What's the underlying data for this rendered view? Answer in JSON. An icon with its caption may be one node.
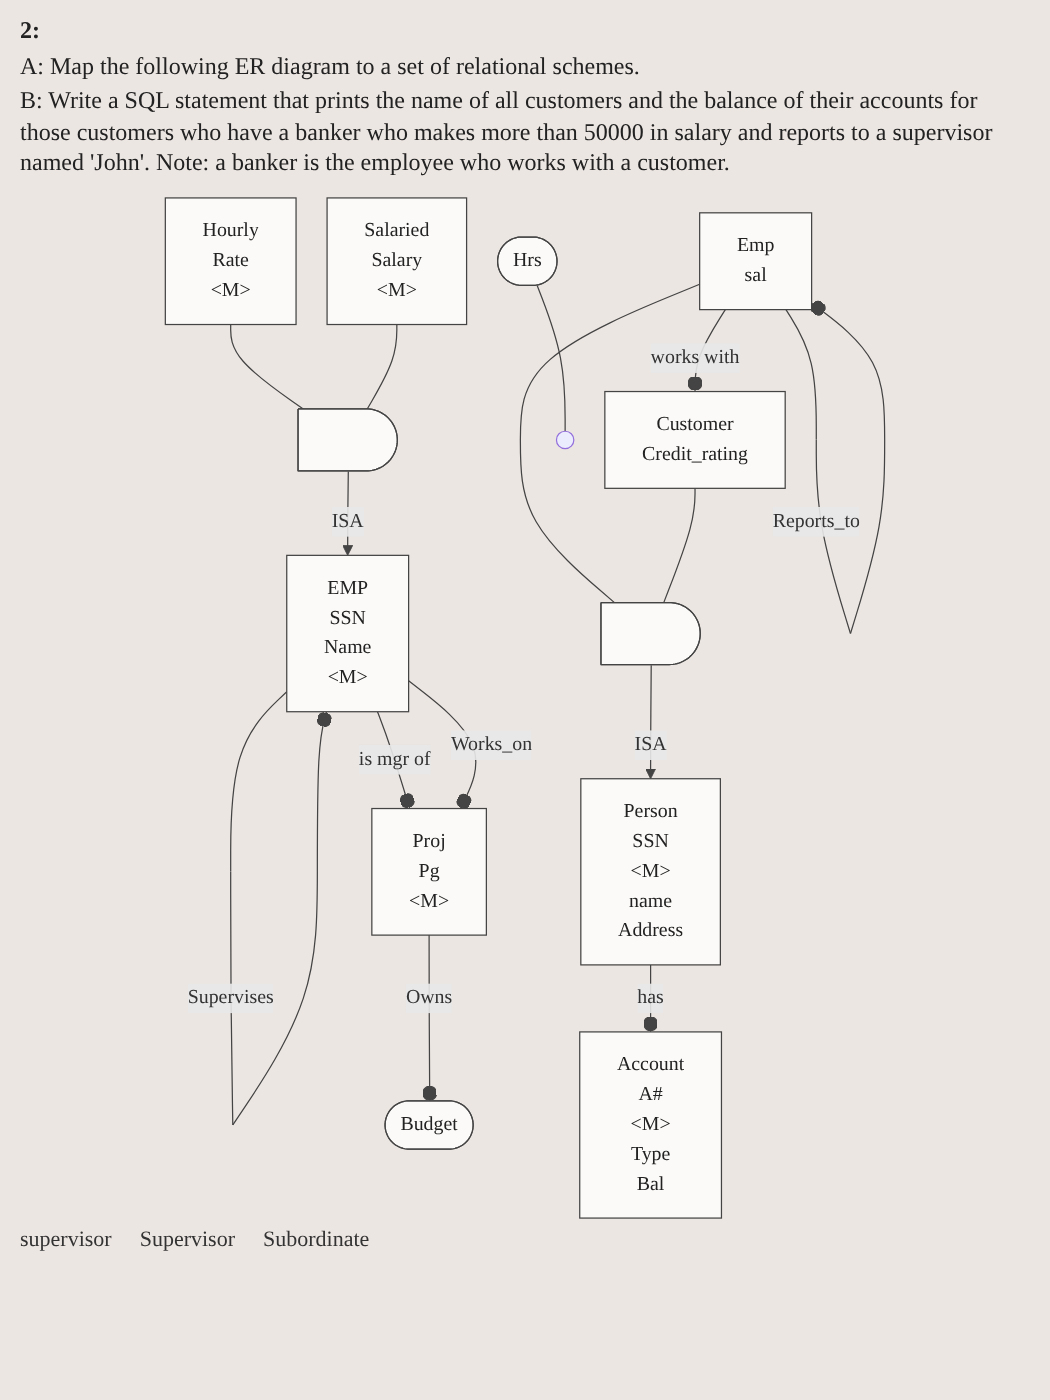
{
  "diagram": {
    "nodes": [
      {
        "text": [
          "Budget"
        ]
      },
      {
        "text": [
          "Proj",
          "Pg",
          "<M>"
        ]
      },
      {
        "text": [
          "Hrs"
        ]
      },
      {
        "text": [
          "EMP",
          "SSN",
          "Name",
          "<M>"
        ]
      },
      {
        "text": [],
        "shape": "semicircle"
      },
      {
        "text": [
          "Hourly",
          "Rate",
          "<M>"
        ]
      },
      {
        "text": [
          "Salaried",
          "Salary",
          "<M>"
        ]
      },
      {
        "text": [
          "Person",
          "SSN",
          "<M>",
          "name",
          "Address"
        ]
      },
      {
        "text": [
          "Account",
          "A#",
          "<M>",
          "Type",
          "Bal"
        ]
      },
      {
        "text": [],
        "shape": "semicircle"
      },
      {
        "text": [
          "Emp",
          "sal"
        ]
      },
      {
        "text": [
          "Customer",
          "Credit_rating"
        ]
      }
    ],
    "edges": [
      {
        "from": 3,
        "to": 3,
        "arrow": "other",
        "label": "Supervises"
      },
      {
        "from": 3,
        "to": 1,
        "arrow": "other",
        "label": "is mgr of"
      },
      {
        "from": 3,
        "to": 1,
        "arrow": "other",
        "label": "Works_on"
      },
      {
        "from": 2,
        "to": null,
        "arrow": "none"
      },
      {
        "from": 1,
        "to": 0,
        "arrow": "other",
        "label": "Owns"
      },
      {
        "from": 5,
        "to": 4,
        "arrow": "none"
      },
      {
        "from": 6,
        "to": 4,
        "arrow": "none"
      },
      {
        "from": 4,
        "to": 3,
        "arrow": "to",
        "label": "ISA"
      },
      {
        "from": 10,
        "to": 10,
        "arrow": "other",
        "label": "Reports_to"
      },
      {
        "from": 10,
        "to": 11,
        "arrow": "other",
        "label": "works with"
      },
      {
        "from": 10,
        "to": 9,
        "arrow": "none"
      },
      {
        "from": 11,
        "to": 9,
        "arrow": "none"
      },
      {
        "from": 9,
        "to": 7,
        "arrow": "to",
        "label": "ISA"
      },
      {
        "from": 7,
        "to": 8,
        "arrow": "other",
        "label": "has"
      }
    ],
    "labels": [
      "supervisor",
      "2:",
      "A: Map the following ER diagram to a set of relational schemes.",
      "B: Write a SQL statement that prints the name of all customers and the balance of their accounts for those customers who have a banker who makes more than 50000 in salary and reports to a supervisor named 'John'. Note: a banker is the employee who works with a customer.",
      "Supervisor",
      "Subordinate"
    ]
  }
}
